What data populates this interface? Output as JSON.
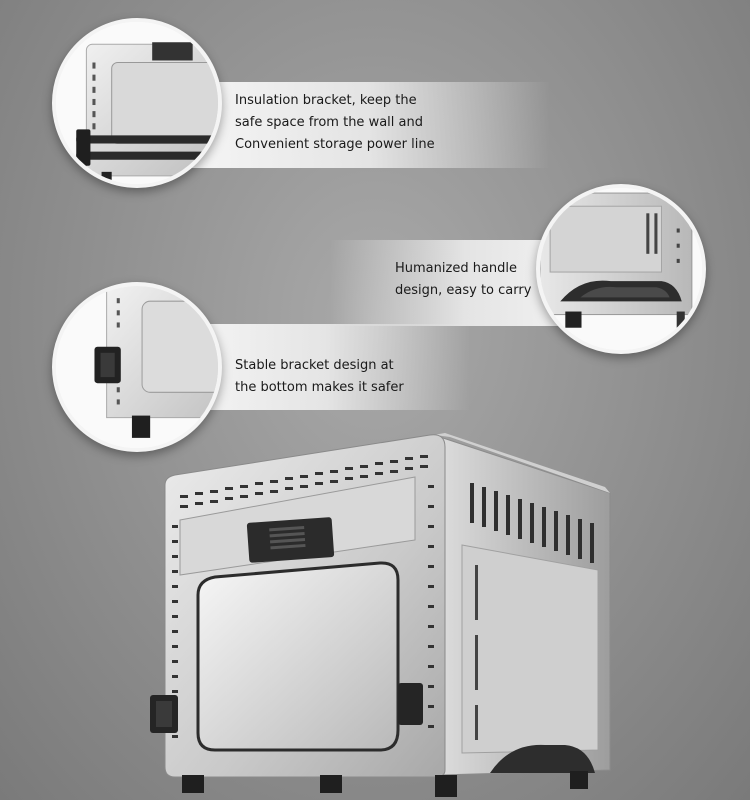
{
  "callouts": [
    {
      "id": "insulation-bracket",
      "lines": [
        "Insulation bracket,   keep the",
        "safe space from the wall and",
        "Convenient storage power line"
      ]
    },
    {
      "id": "humanized-handle",
      "lines": [
        "Humanized handle",
        "design, easy to carry"
      ]
    },
    {
      "id": "stable-bracket",
      "lines": [
        "Stable bracket design at",
        "the bottom makes it safer"
      ]
    }
  ],
  "colors": {
    "background": "#8f8f8f",
    "steel_light": "#e4e4e4",
    "steel_dark": "#9a9a9a",
    "bracket": "#2a2a2a"
  }
}
